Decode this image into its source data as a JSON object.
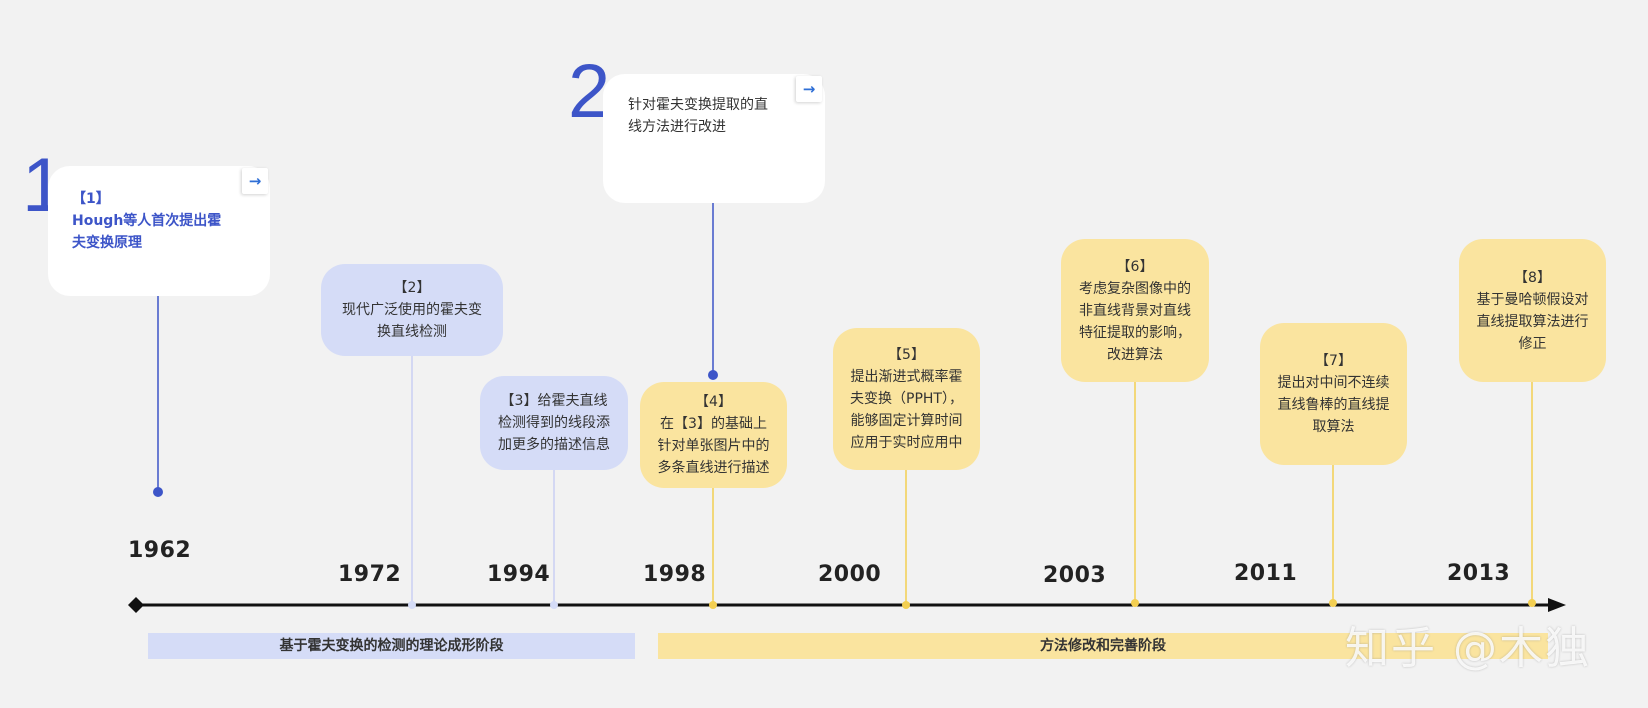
{
  "big_numbers": [
    "1",
    "2"
  ],
  "events": [
    {
      "text": "【1】\nHough等人首次提出霍\n夫变换原理"
    },
    {
      "text": "【2】\n现代广泛使用的霍夫变\n换直线检测"
    },
    {
      "text": "【3】给霍夫直线\n检测得到的线段添\n加更多的描述信息"
    },
    {
      "text": "【4】\n在【3】的基础上\n针对单张图片中的\n多条直线进行描述"
    },
    {
      "text": "【5】\n提出渐进式概率霍\n夫变换（PPHT），\n能够固定计算时间\n应用于实时应用中"
    },
    {
      "text": "【6】\n考虑复杂图像中的\n非直线背景对直线\n特征提取的影响，\n改进算法"
    },
    {
      "text": "【7】\n提出对中间不连续\n直线鲁棒的直线提\n取算法"
    },
    {
      "text": "【8】\n基于曼哈顿假设对\n直线提取算法进行\n修正"
    }
  ],
  "top_note": {
    "text": "针对霍夫变换提取的直\n线方法进行改进"
  },
  "years": [
    "1962",
    "1972",
    "1994",
    "1998",
    "2000",
    "2003",
    "2011",
    "2013"
  ],
  "phases": [
    {
      "label": "基于霍夫变换的检测的理论成形阶段"
    },
    {
      "label": "方法修改和完善阶段"
    }
  ],
  "watermark": "知乎 @木独",
  "colors": {
    "accent_blue": "#3d55c8",
    "light_blue": "#d5dcf7",
    "yellow": "#fae49f",
    "link_arrow": "#2f6fd6"
  }
}
